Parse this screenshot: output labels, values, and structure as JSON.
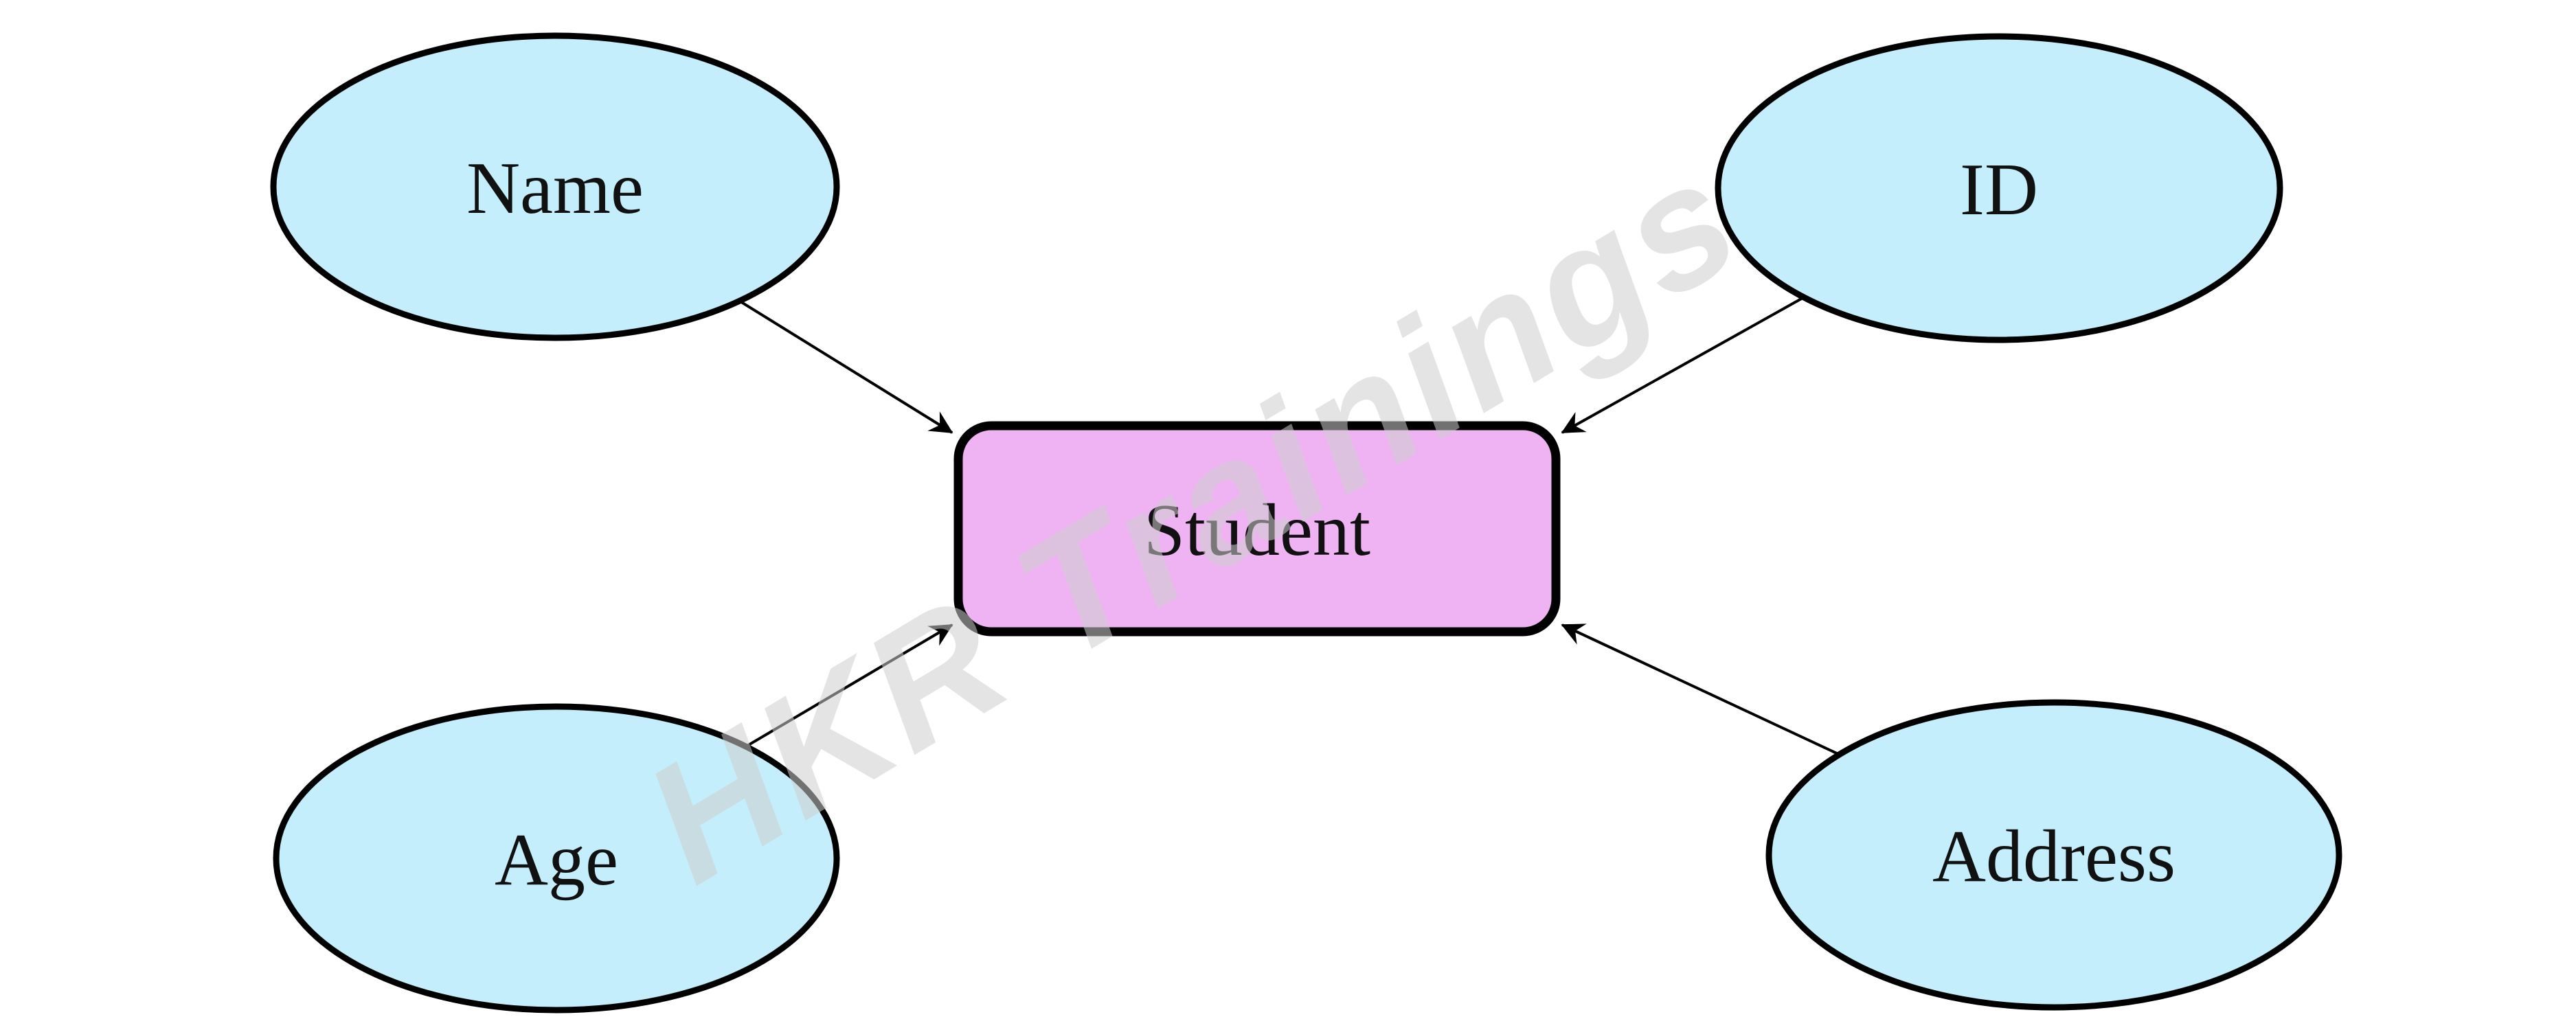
{
  "diagram": {
    "type": "er-diagram",
    "entity": {
      "label": "Student"
    },
    "attributes": [
      {
        "id": "name",
        "label": "Name"
      },
      {
        "id": "id",
        "label": "ID"
      },
      {
        "id": "age",
        "label": "Age"
      },
      {
        "id": "address",
        "label": "Address"
      }
    ],
    "edges": [
      {
        "from": "Name",
        "to": "Student",
        "arrowhead": "at-entity"
      },
      {
        "from": "ID",
        "to": "Student",
        "arrowhead": "at-entity"
      },
      {
        "from": "Age",
        "to": "Student",
        "arrowhead": "at-entity"
      },
      {
        "from": "Address",
        "to": "Student",
        "arrowhead": "at-entity"
      }
    ],
    "watermark": {
      "text": "HKR Trainings"
    },
    "colors": {
      "background": "#FFFFFF",
      "attribute_fill": "#C4EEFB",
      "entity_fill": "#EFB3F3",
      "stroke": "#000000",
      "watermark": "#E6E6E6"
    }
  }
}
